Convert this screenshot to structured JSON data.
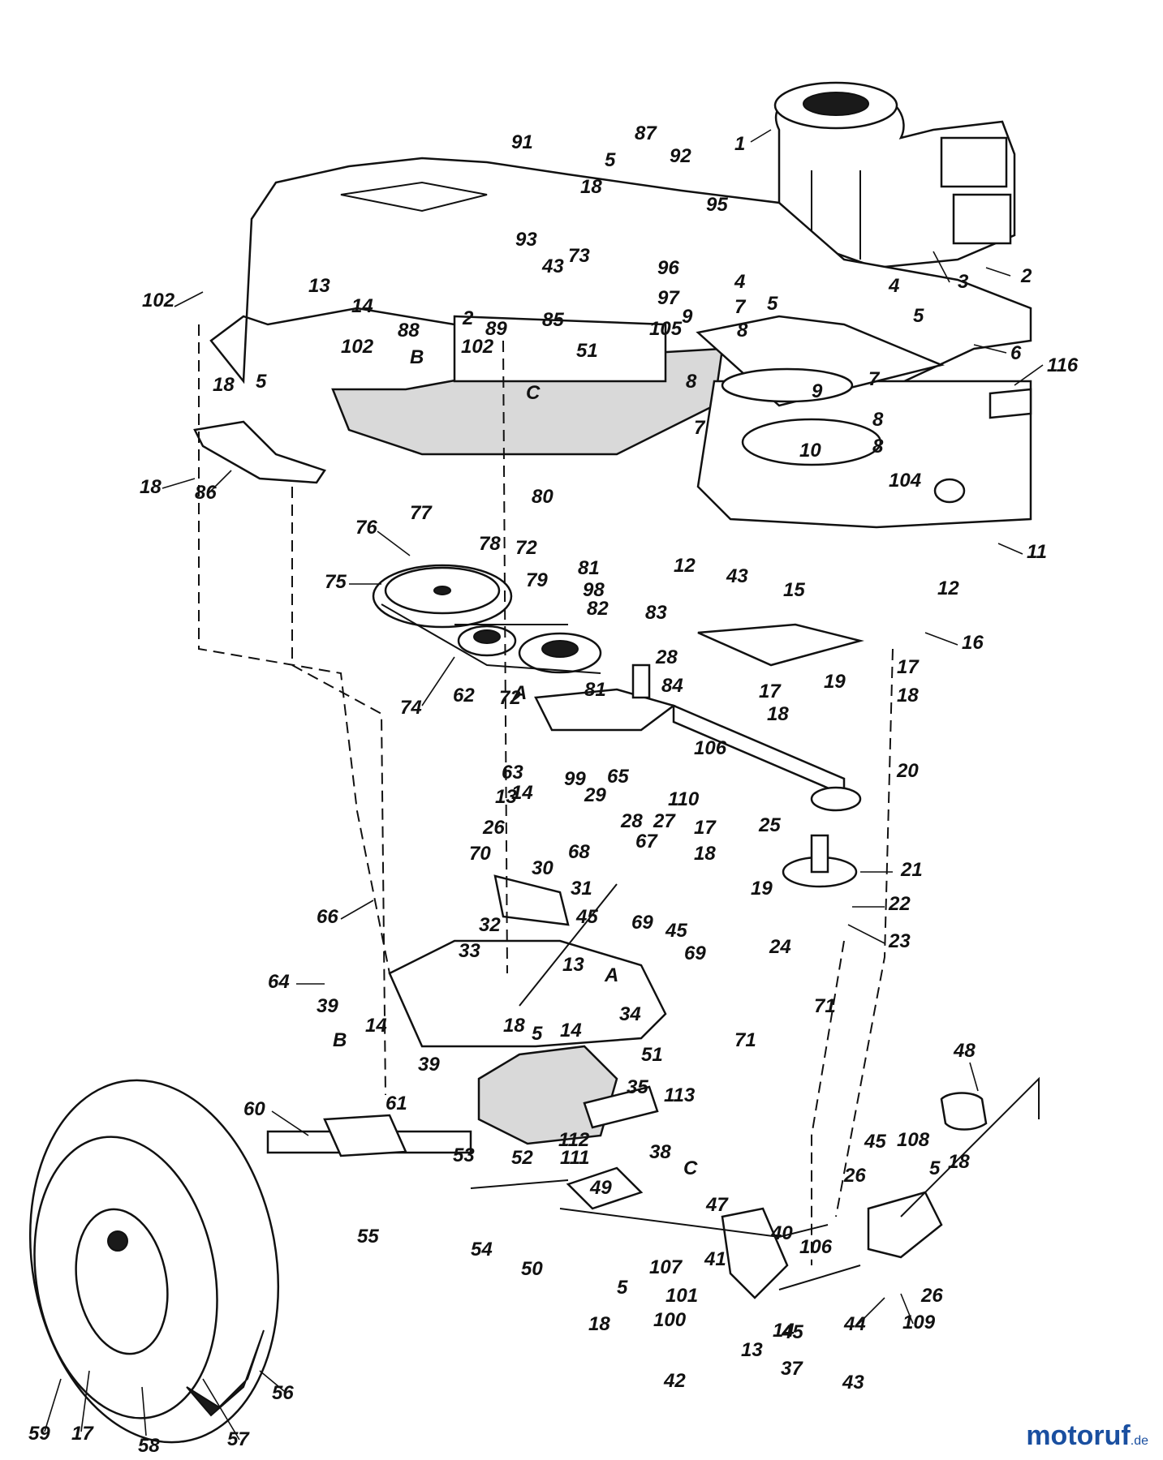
{
  "labels": [
    "1",
    "2",
    "3",
    "4",
    "5",
    "6",
    "7",
    "8",
    "9",
    "10",
    "11",
    "12",
    "13",
    "14",
    "15",
    "16",
    "17",
    "18",
    "19",
    "20",
    "21",
    "22",
    "23",
    "24",
    "25",
    "26",
    "27",
    "28",
    "29",
    "30",
    "31",
    "32",
    "33",
    "34",
    "35",
    "37",
    "38",
    "39",
    "40",
    "41",
    "42",
    "43",
    "44",
    "45",
    "47",
    "48",
    "49",
    "50",
    "51",
    "52",
    "53",
    "54",
    "55",
    "56",
    "57",
    "58",
    "59",
    "60",
    "61",
    "62",
    "63",
    "64",
    "65",
    "66",
    "67",
    "68",
    "69",
    "70",
    "71",
    "72",
    "73",
    "74",
    "75",
    "76",
    "77",
    "78",
    "79",
    "80",
    "81",
    "82",
    "83",
    "84",
    "85",
    "86",
    "87",
    "88",
    "89",
    "91",
    "92",
    "93",
    "95",
    "96",
    "97",
    "98",
    "99",
    "100",
    "101",
    "102",
    "104",
    "105",
    "106",
    "107",
    "108",
    "109",
    "110",
    "111",
    "112",
    "113",
    "116",
    "A",
    "B",
    "C"
  ],
  "watermark": {
    "brand": "motoruf",
    "suffix": ".de",
    "color": "#1a4fa0"
  }
}
